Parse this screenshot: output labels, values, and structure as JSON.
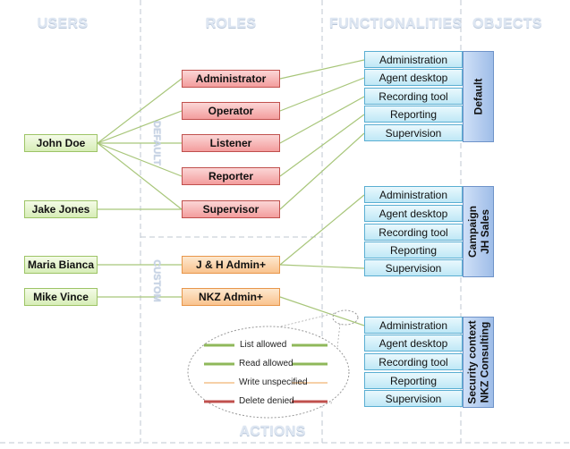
{
  "headers": {
    "users": "USERS",
    "roles": "ROLES",
    "functionalities": "FUNCTIONALITIES",
    "objects": "OBJECTS",
    "actions": "ACTIONS"
  },
  "role_groups": {
    "default": "DEFAULT",
    "custom": "CUSTOM"
  },
  "users": [
    "John Doe",
    "Jake Jones",
    "Maria Bianca",
    "Mike Vince"
  ],
  "roles": [
    "Administrator",
    "Operator",
    "Listener",
    "Reporter",
    "Supervisor"
  ],
  "custom_roles": [
    "J & H Admin+",
    "NKZ Admin+"
  ],
  "objects": [
    {
      "label": "Default",
      "functionalities": [
        "Administration",
        "Agent desktop",
        "Recording tool",
        "Reporting",
        "Supervision"
      ]
    },
    {
      "label": "Campaign\nJH Sales",
      "functionalities": [
        "Administration",
        "Agent desktop",
        "Recording tool",
        "Reporting",
        "Supervision"
      ]
    },
    {
      "label": "Security context\nNKZ Consulting",
      "functionalities": [
        "Administration",
        "Agent desktop",
        "Recording tool",
        "Reporting",
        "Supervision"
      ]
    }
  ],
  "legend": [
    {
      "label": "List allowed",
      "color": "#8fb85a"
    },
    {
      "label": "Read allowed",
      "color": "#8fb85a"
    },
    {
      "label": "Write unspecified",
      "color": "#f4c08a"
    },
    {
      "label": "Delete denied",
      "color": "#c0504d"
    }
  ],
  "colors": {
    "connector": "#a8c67a",
    "user_border": "#9dc466",
    "role_border": "#c0504d",
    "custom_role_border": "#e8964a",
    "functionality_border": "#5aaed2",
    "object_fill": "#9fbde8",
    "divider": "#bfc7d2"
  }
}
